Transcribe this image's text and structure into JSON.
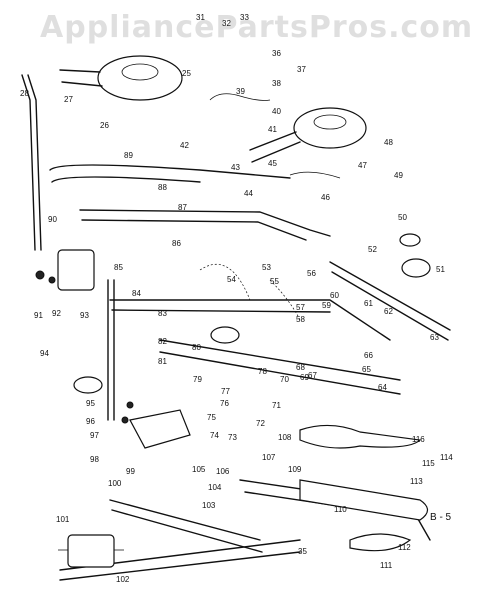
{
  "watermark": "AppliancePartsPros.com",
  "ref_label": "B - 5",
  "callouts": [
    "31",
    "32",
    "33",
    "25",
    "36",
    "37",
    "38",
    "39",
    "40",
    "41",
    "42",
    "43",
    "44",
    "45",
    "46",
    "47",
    "48",
    "49",
    "50",
    "51",
    "52",
    "53",
    "54",
    "55",
    "56",
    "57",
    "58",
    "59",
    "60",
    "61",
    "62",
    "63",
    "64",
    "65",
    "66",
    "67",
    "68",
    "69",
    "70",
    "71",
    "72",
    "73",
    "74",
    "75",
    "76",
    "77",
    "78",
    "79",
    "80",
    "81",
    "82",
    "83",
    "84",
    "85",
    "86",
    "87",
    "88",
    "89",
    "90",
    "91",
    "92",
    "93",
    "94",
    "95",
    "96",
    "97",
    "98",
    "99",
    "100",
    "101",
    "102",
    "103",
    "104",
    "105",
    "106",
    "107",
    "108",
    "109",
    "110",
    "111",
    "112",
    "113",
    "114",
    "115",
    "116",
    "26",
    "27",
    "28",
    "35"
  ]
}
